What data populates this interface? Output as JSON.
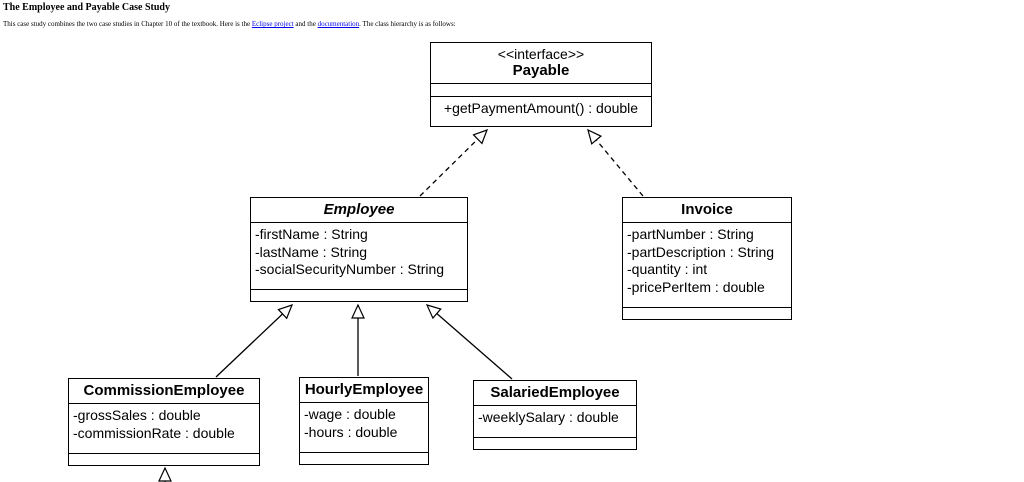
{
  "page": {
    "title": "The Employee and Payable Case Study",
    "intro": {
      "before_link1": "This case study combines the two case studies in Chapter 10 of the textbook. Here is the ",
      "link1": "Eclipse project",
      "between_links": " and the ",
      "link2": "documentation",
      "after_link2": ". The class hierarchy is as follows:"
    }
  },
  "colors": {
    "link": "#0000EE",
    "text": "#000000",
    "diagram_line": "#000000",
    "box_fill": "#FFFFFF"
  },
  "diagram": {
    "kind": "UML class diagram",
    "classes": [
      {
        "name": "Payable",
        "stereotype": "<<interface>>",
        "abstract": false,
        "attributes": [],
        "methods": [
          "+getPaymentAmount() : double"
        ]
      },
      {
        "name": "Employee",
        "stereotype": "",
        "abstract": true,
        "attributes": [
          "-firstName : String",
          "-lastName : String",
          "-socialSecurityNumber : String"
        ],
        "methods": []
      },
      {
        "name": "Invoice",
        "stereotype": "",
        "abstract": false,
        "attributes": [
          "-partNumber : String",
          "-partDescription : String",
          "-quantity : int",
          "-pricePerItem : double"
        ],
        "methods": []
      },
      {
        "name": "CommissionEmployee",
        "stereotype": "",
        "abstract": false,
        "attributes": [
          "-grossSales : double",
          "-commissionRate : double"
        ],
        "methods": []
      },
      {
        "name": "HourlyEmployee",
        "stereotype": "",
        "abstract": false,
        "attributes": [
          "-wage : double",
          "-hours : double"
        ],
        "methods": []
      },
      {
        "name": "SalariedEmployee",
        "stereotype": "",
        "abstract": false,
        "attributes": [
          "-weeklySalary : double"
        ],
        "methods": []
      }
    ],
    "relationships": [
      {
        "from": "Employee",
        "to": "Payable",
        "type": "realization"
      },
      {
        "from": "Invoice",
        "to": "Payable",
        "type": "realization"
      },
      {
        "from": "CommissionEmployee",
        "to": "Employee",
        "type": "generalization"
      },
      {
        "from": "HourlyEmployee",
        "to": "Employee",
        "type": "generalization"
      },
      {
        "from": "SalariedEmployee",
        "to": "Employee",
        "type": "generalization"
      },
      {
        "from": "",
        "to": "CommissionEmployee",
        "type": "generalization (source cut off at bottom of page)"
      }
    ]
  }
}
